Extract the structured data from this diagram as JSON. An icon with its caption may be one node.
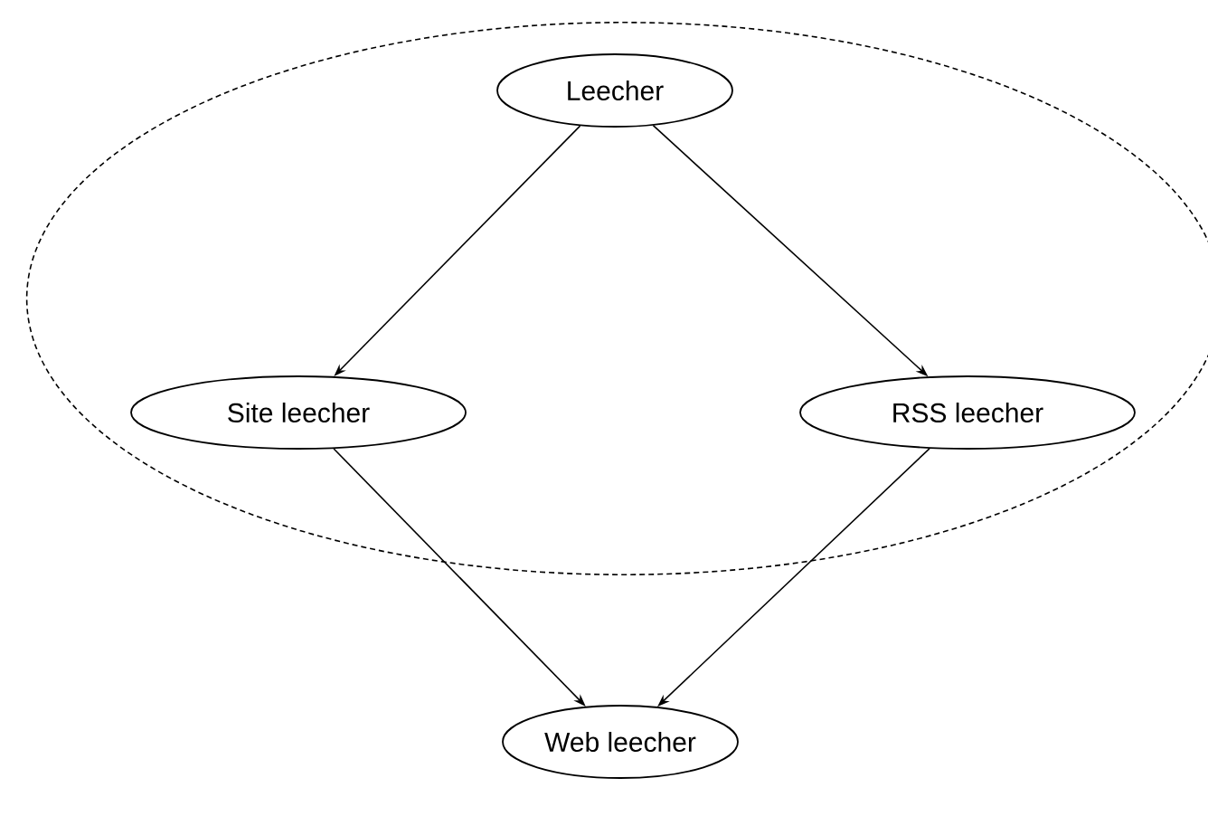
{
  "diagram": {
    "nodes": [
      {
        "text": [],
        "shape": "ellipse"
      },
      {
        "text": [
          "Leecher"
        ],
        "in": 0
      },
      {
        "text": [
          "Site leecher"
        ],
        "in": 0
      },
      {
        "text": [
          "RSS leecher"
        ],
        "in": 0
      },
      {
        "text": [
          "Web leecher"
        ]
      }
    ],
    "edges": [
      {
        "from": 1,
        "to": 2,
        "arrow": "to"
      },
      {
        "from": 1,
        "to": 3,
        "arrow": "to"
      },
      {
        "from": 2,
        "to": 4,
        "arrow": "to"
      },
      {
        "from": 3,
        "to": 4,
        "arrow": "to"
      }
    ]
  }
}
